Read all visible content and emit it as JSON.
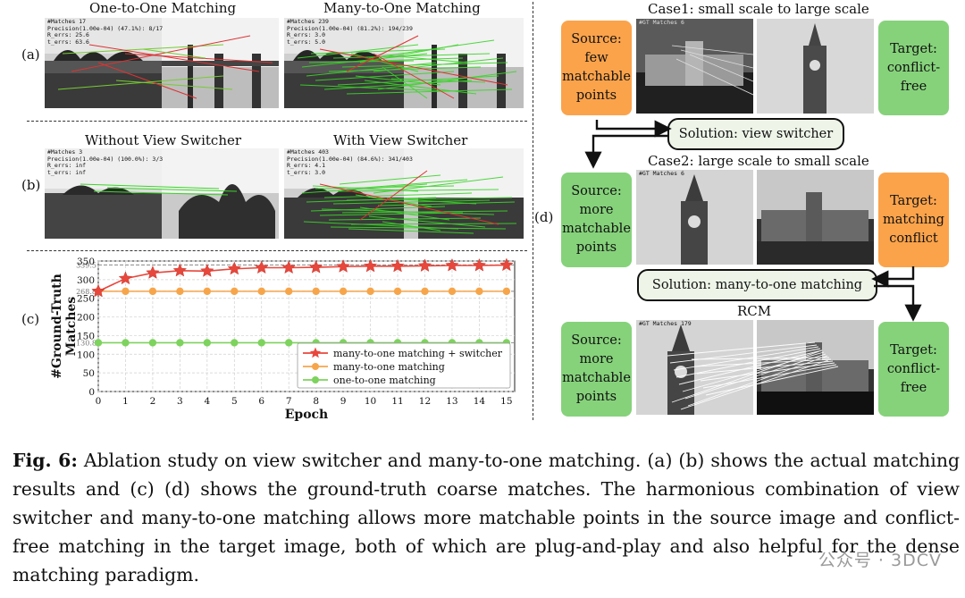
{
  "panel_letters": {
    "a": "(a)",
    "b": "(b)",
    "c": "(c)",
    "d": "(d)"
  },
  "panel_a": {
    "left_title": "One-to-One Matching",
    "right_title": "Many-to-One Matching",
    "left_overlay": [
      "#Matches 17",
      "Precision(1.00e-04) (47.1%): 8/17",
      "R_errs: 25.6",
      "t_errs: 63.6"
    ],
    "right_overlay": [
      "#Matches 239",
      "Precision(1.00e-04) (81.2%): 194/239",
      "R_errs: 3.0",
      "t_errs: 5.0"
    ]
  },
  "panel_b": {
    "left_title": "Without View Switcher",
    "right_title": "With View Switcher",
    "left_overlay": [
      "#Matches 3",
      "Precision(1.00e-04) (100.0%): 3/3",
      "R_errs: inf",
      "t_errs: inf"
    ],
    "right_overlay": [
      "#Matches 403",
      "Precision(1.00e-04) (84.6%): 341/403",
      "R_errs: 4.1",
      "t_errs: 3.0"
    ]
  },
  "panel_d": {
    "case1_title": "Case1: small scale to large scale",
    "case2_title": "Case2: large scale to small scale",
    "rcm_title": "RCM",
    "case1_overlay": "#GT Matches 6",
    "case2_overlay": "#GT Matches 6",
    "rcm_overlay": "#GT Matches 179",
    "source1": "Source:\nfew\nmatchable\npoints",
    "target1": "Target:\nconflict-\nfree",
    "solution1": "Solution:  view switcher",
    "source2": "Source:\nmore\nmatchable\npoints",
    "target2": "Target:\nmatching\nconflict",
    "solution2": "Solution: many-to-one matching",
    "source3": "Source:\nmore\nmatchable\npoints",
    "target3": "Target:\nconflict-\nfree",
    "colors": {
      "orange": "#fba34b",
      "green": "#86d27b"
    }
  },
  "chart_data": {
    "type": "line",
    "xlabel": "Epoch",
    "ylabel": "#Ground-Truth Matches",
    "x": [
      0,
      1,
      2,
      3,
      4,
      5,
      6,
      7,
      8,
      9,
      10,
      11,
      12,
      13,
      14,
      15
    ],
    "xticks": [
      "0",
      "1",
      "2",
      "3",
      "4",
      "5",
      "6",
      "7",
      "8",
      "9",
      "10",
      "11",
      "12",
      "13",
      "14",
      "15"
    ],
    "yticks": [
      "0",
      "50",
      "100",
      "150",
      "200",
      "250",
      "300",
      "350"
    ],
    "ylim": [
      0,
      350
    ],
    "xlim": [
      0,
      15.3
    ],
    "grid": true,
    "legend_position": "bottom-right",
    "ref_lines": [
      {
        "value": 339.5,
        "label": "339.5"
      },
      {
        "value": 268.8,
        "label": "268.8"
      },
      {
        "value": 130.8,
        "label": "130.8"
      }
    ],
    "series": [
      {
        "name": "many-to-one matching + switcher",
        "color": "#e8473c",
        "marker": "star",
        "values": [
          268.8,
          303,
          318,
          324,
          323,
          329,
          332,
          332,
          333,
          335,
          336,
          336,
          337,
          338,
          338,
          339
        ]
      },
      {
        "name": "many-to-one matching",
        "color": "#f7a54a",
        "marker": "circle",
        "values": [
          268.8,
          268.8,
          268.8,
          268.8,
          268.8,
          268.8,
          268.8,
          268.8,
          268.8,
          268.8,
          268.8,
          268.8,
          268.8,
          268.8,
          268.8,
          268.8
        ]
      },
      {
        "name": "one-to-one matching",
        "color": "#7dd35d",
        "marker": "circle",
        "values": [
          130.8,
          130.8,
          130.8,
          130.8,
          130.8,
          130.8,
          130.8,
          130.8,
          130.8,
          130.8,
          130.8,
          130.8,
          130.8,
          130.8,
          130.8,
          130.8
        ]
      }
    ]
  },
  "caption": {
    "label": "Fig. 6:",
    "text": "Ablation study on view switcher and many-to-one matching. (a) (b) shows the actual matching results and (c) (d) shows the ground-truth coarse matches. The harmonious combination of view switcher and many-to-one matching allows more matchable points in the source image and conflict-free matching in the target image, both of which are plug-and-play and also helpful for the dense matching paradigm."
  },
  "watermark": "公众号 · 3DCV"
}
